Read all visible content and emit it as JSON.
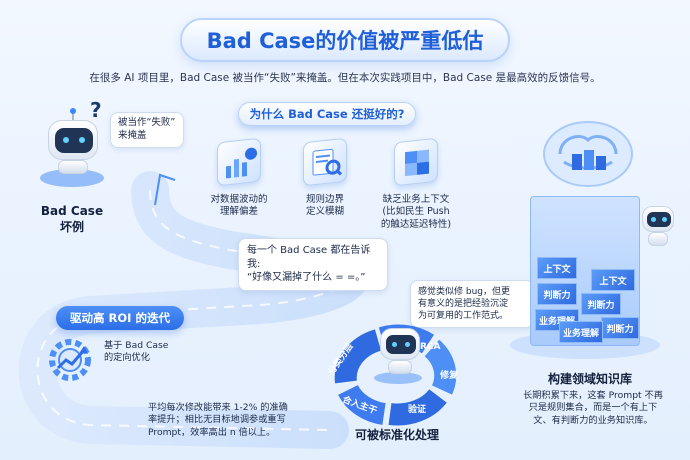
{
  "title": "Bad Case的价值被严重低估",
  "subtitle": "在很多 AI 项目里，Bad Case 被当作“失败”来掩盖。但在本次实践项目中，Bad Case 是最高效的反馈信号。",
  "left_robot": {
    "bubble": [
      "被当作“失败”",
      "来掩盖"
    ],
    "question_mark": "?",
    "label": [
      "Bad Case",
      "坏例"
    ]
  },
  "why_section": {
    "header": "为什么 Bad Case 还挺好的?",
    "items": [
      {
        "icon": "chart-icon",
        "label": [
          "对数据波动的",
          "理解偏差"
        ]
      },
      {
        "icon": "document-search-icon",
        "label": [
          "规则边界",
          "定义模糊"
        ]
      },
      {
        "icon": "puzzle-icon",
        "label": [
          "缺乏业务上下文",
          "(比如民生 Push",
          "的触达延迟特性)"
        ]
      }
    ]
  },
  "tell_bubble": [
    "每一个 Bad Case 都在告诉我:",
    "“好像又漏掉了什么 = =。”"
  ],
  "roi": {
    "pill": "驱动高 ROI 的迭代",
    "desc": [
      "基于 Bad Case",
      "的定向优化"
    ],
    "note": [
      "平均每次修改能带来 1-2% 的准确",
      "率提升；相比无目标地调参或重写",
      "Prompt，效率高出 n 倍以上。"
    ]
  },
  "standardize": {
    "bubble": [
      "感觉类似修 bug，但更",
      "有意义的是把经验沉淀",
      "为可复用的工作范式。"
    ],
    "cycle": [
      "分类分层",
      "RCA",
      "修复",
      "验证",
      "合入主干"
    ],
    "label": "可被标准化处理"
  },
  "knowledge": {
    "cubes": [
      "上下文",
      "上下文",
      "判断力",
      "判断力",
      "判断力",
      "业务理解",
      "业务理解"
    ],
    "label": "构建领域知识库",
    "note": [
      "长期积累下来，这套 Prompt 不再",
      "只是规则集合，而是一个有上下",
      "文、有判断力的业务知识库。"
    ]
  },
  "colors": {
    "accent": "#2c6ee8",
    "title": "#1f5fd8",
    "road": "#cfe0fb"
  }
}
